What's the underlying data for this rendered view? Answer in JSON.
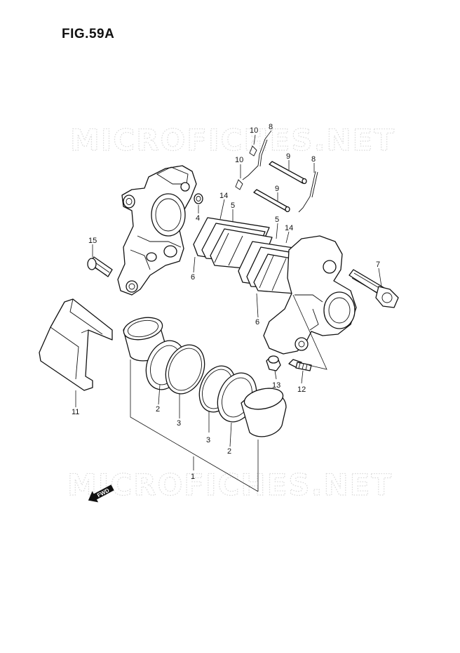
{
  "figure": {
    "title": "FIG.59A"
  },
  "watermarks": [
    "MICROFICHES.NET",
    "MICROFICHES.NET"
  ],
  "fwd_label": "FWD",
  "callouts": [
    {
      "id": "c8a",
      "text": "8"
    },
    {
      "id": "c10a",
      "text": "10"
    },
    {
      "id": "c10b",
      "text": "10"
    },
    {
      "id": "c9a",
      "text": "9"
    },
    {
      "id": "c8b",
      "text": "8"
    },
    {
      "id": "c9b",
      "text": "9"
    },
    {
      "id": "c4",
      "text": "4"
    },
    {
      "id": "c14a",
      "text": "14"
    },
    {
      "id": "c5a",
      "text": "5"
    },
    {
      "id": "c5b",
      "text": "5"
    },
    {
      "id": "c14b",
      "text": "14"
    },
    {
      "id": "c15",
      "text": "15"
    },
    {
      "id": "c6a",
      "text": "6"
    },
    {
      "id": "c7",
      "text": "7"
    },
    {
      "id": "c6b",
      "text": "6"
    },
    {
      "id": "c11",
      "text": "11"
    },
    {
      "id": "c13",
      "text": "13"
    },
    {
      "id": "c12",
      "text": "12"
    },
    {
      "id": "c2a",
      "text": "2"
    },
    {
      "id": "c3a",
      "text": "3"
    },
    {
      "id": "c3b",
      "text": "3"
    },
    {
      "id": "c2b",
      "text": "2"
    },
    {
      "id": "c1",
      "text": "1"
    }
  ],
  "icons": [
    "fwd-arrow-icon"
  ]
}
